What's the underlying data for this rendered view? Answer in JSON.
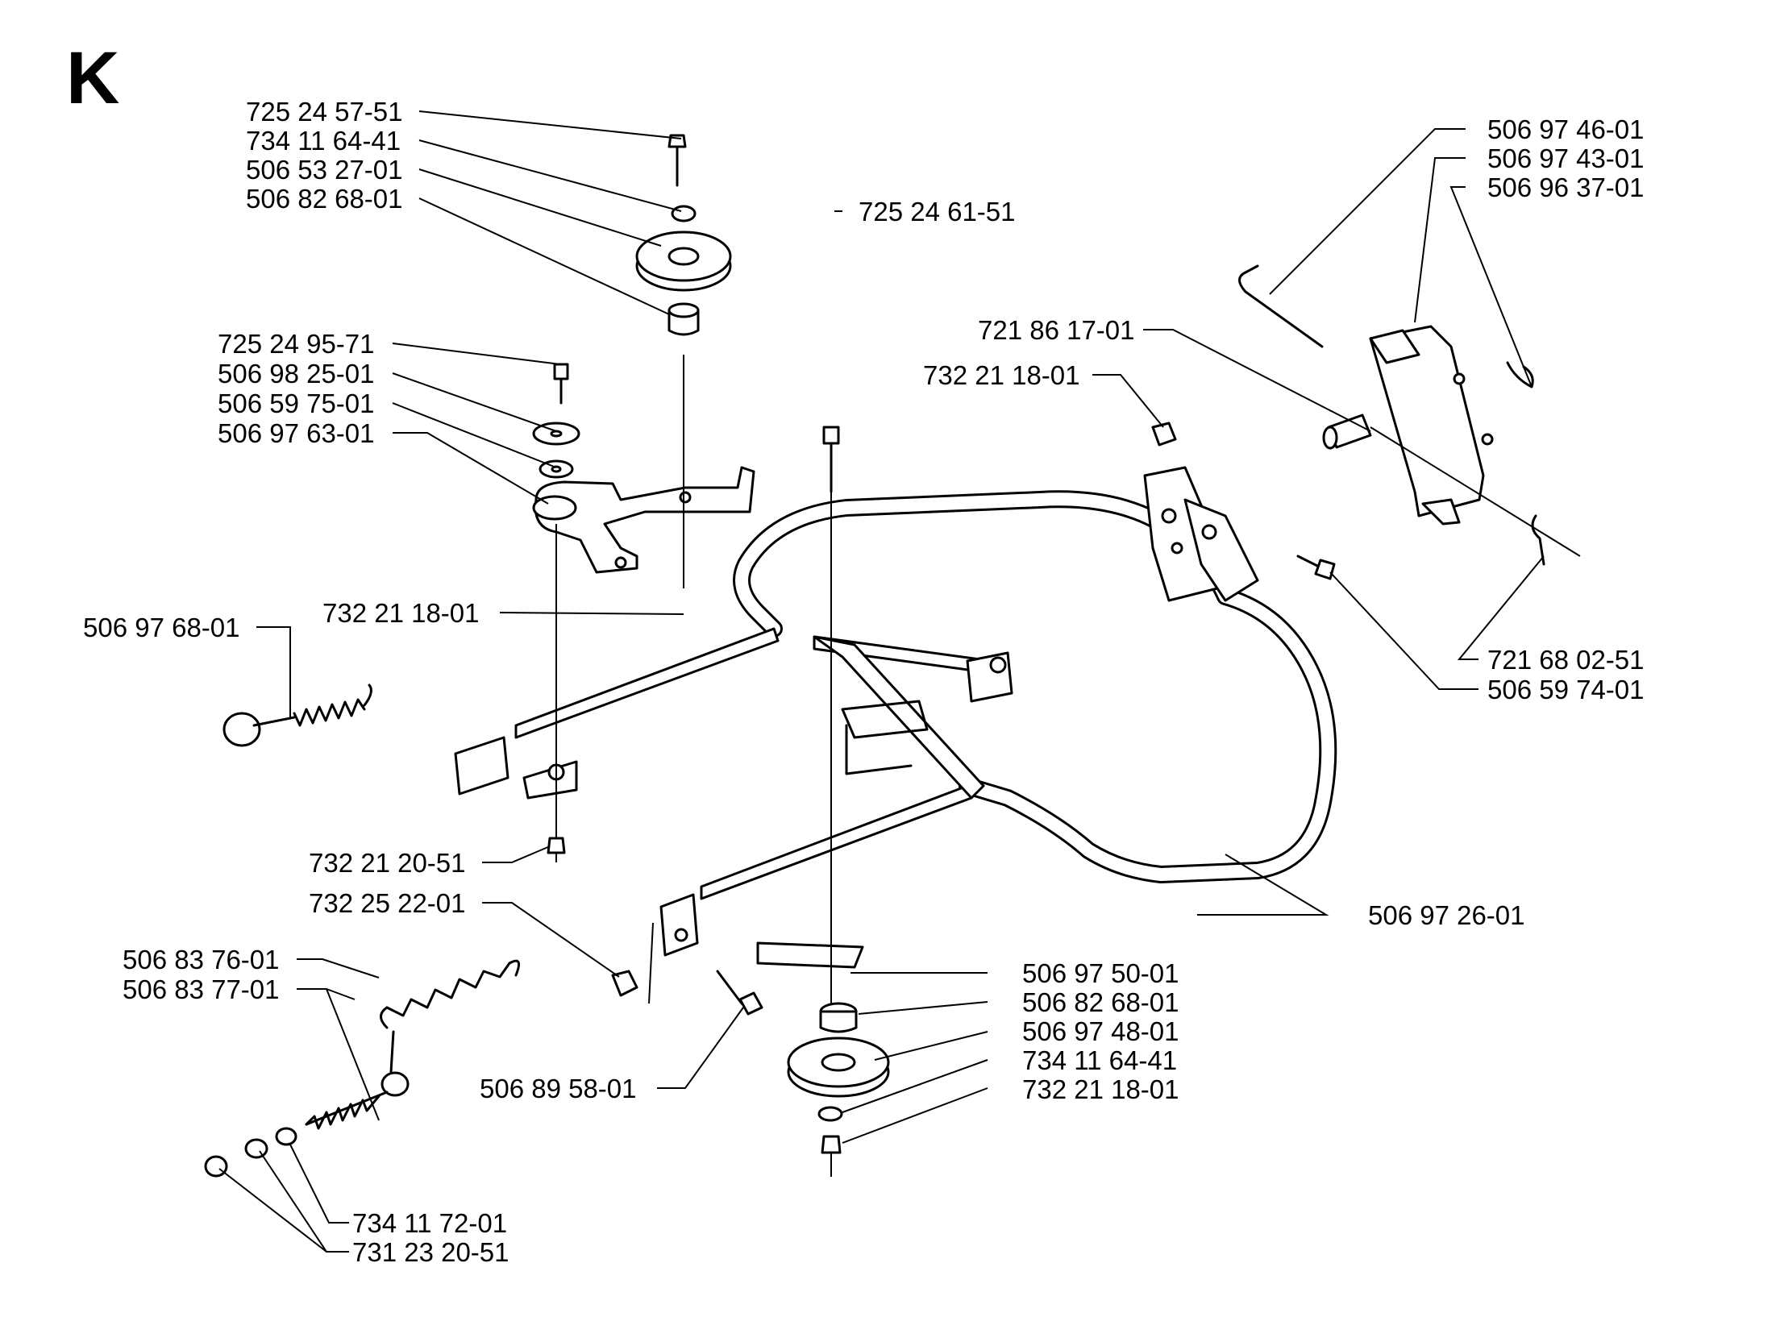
{
  "diagram": {
    "section_letter": "K",
    "labels": [
      "725 24 57-51",
      "734 11 64-41",
      "506 53 27-01",
      "506 82 68-01",
      "725 24 95-71",
      "506 98 25-01",
      "506 59 75-01",
      "506 97 63-01",
      "732 21 18-01",
      "506 97 68-01",
      "732 21 20-51",
      "732 25 22-01",
      "506 83 76-01",
      "506 83 77-01",
      "734 11 72-01",
      "731 23 20-51",
      "506 89 58-01",
      "725 24 61-51",
      "506 97 50-01",
      "506 82 68-01",
      "506 97 48-01",
      "734 11 64-41",
      "732 21 18-01",
      "506 97 26-01",
      "721 86 17-01",
      "732 21 18-01",
      "506 97 46-01",
      "506 97 43-01",
      "506 96 37-01",
      "721 68 02-51",
      "506 59 74-01"
    ]
  }
}
